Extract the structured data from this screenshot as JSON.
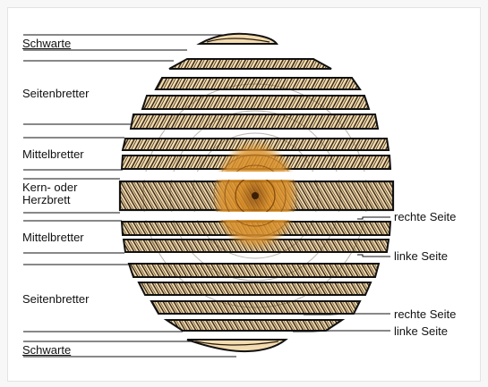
{
  "labels": {
    "schwarte_top": "Schwarte",
    "seitenbretter_top": "Seitenbretter",
    "mittelbretter_top": "Mittelbretter",
    "kern_line1": "Kern- oder",
    "kern_line2": "Herzbrett",
    "mittelbretter_bottom": "Mittelbretter",
    "seitenbretter_bottom": "Seitenbretter",
    "schwarte_bottom": "Schwarte",
    "rechte_seite_1": "rechte Seite",
    "linke_seite_1": "linke Seite",
    "rechte_seite_2": "rechte Seite",
    "linke_seite_2": "linke Seite"
  },
  "colors": {
    "wood": "#f3dcb0",
    "grain": "#2a1a0a",
    "heartwood": "#d98a1f",
    "outline": "#111111",
    "leader": "#111111"
  }
}
